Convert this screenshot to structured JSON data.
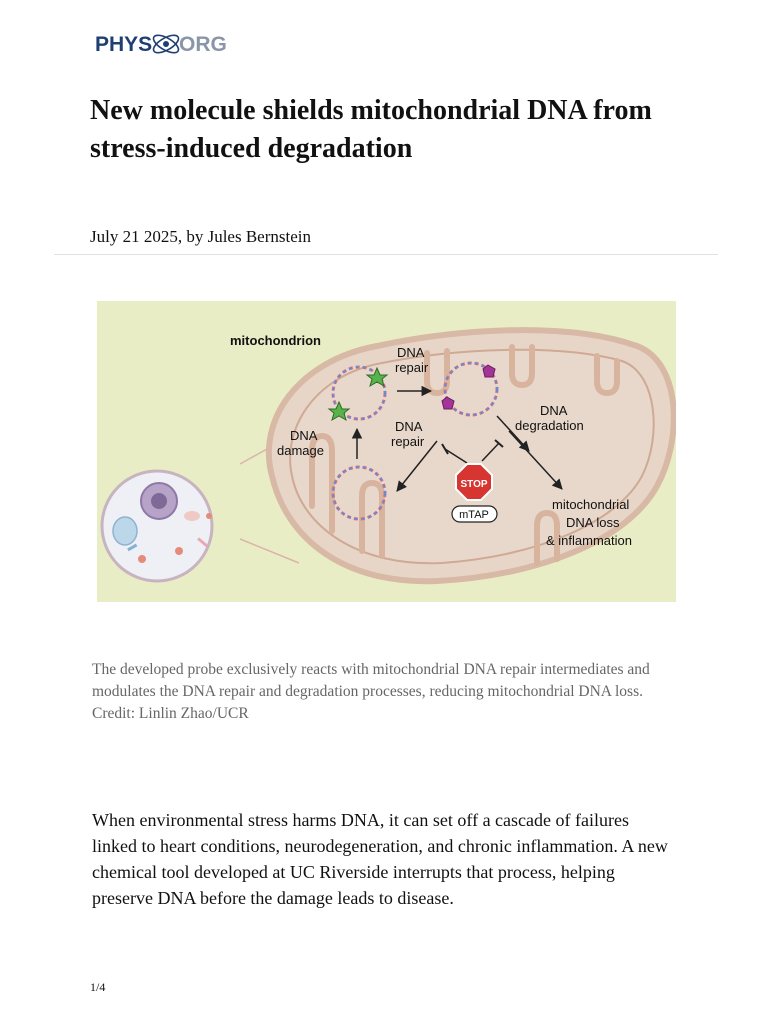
{
  "header": {
    "logo_left": "PHYS",
    "logo_right": "ORG"
  },
  "article": {
    "title": "New molecule shields mitochondrial DNA from stress-induced degradation",
    "byline": "July 21 2025, by Jules Bernstein"
  },
  "figure": {
    "label_mito": "mitochondrion",
    "label_repair_top_1": "DNA",
    "label_repair_top_2": "repair",
    "label_damage_1": "DNA",
    "label_damage_2": "damage",
    "label_repair_mid_1": "DNA",
    "label_repair_mid_2": "repair",
    "label_degradation_1": "DNA",
    "label_degradation_2": "degradation",
    "label_stop": "STOP",
    "label_mtap": "mTAP",
    "label_loss_1": "mitochondrial",
    "label_loss_2": "DNA loss",
    "label_loss_3": "& inflammation",
    "colors": {
      "background": "#e9edc6",
      "mito_fill": "#e7d6c8",
      "mito_stroke": "#d8b9a5",
      "stop": "#d63531"
    }
  },
  "caption": "The developed probe exclusively reacts with mitochondrial DNA repair intermediates and modulates the DNA repair and degradation processes, reducing mitochondrial DNA loss. Credit: Linlin Zhao/UCR",
  "body": {
    "paragraph_1": "When environmental stress harms DNA, it can set off a cascade of failures linked to heart conditions, neurodegeneration, and chronic inflammation. A new chemical tool developed at UC Riverside interrupts that process, helping preserve DNA before the damage leads to disease."
  },
  "footer": {
    "page_number": "1/4"
  }
}
